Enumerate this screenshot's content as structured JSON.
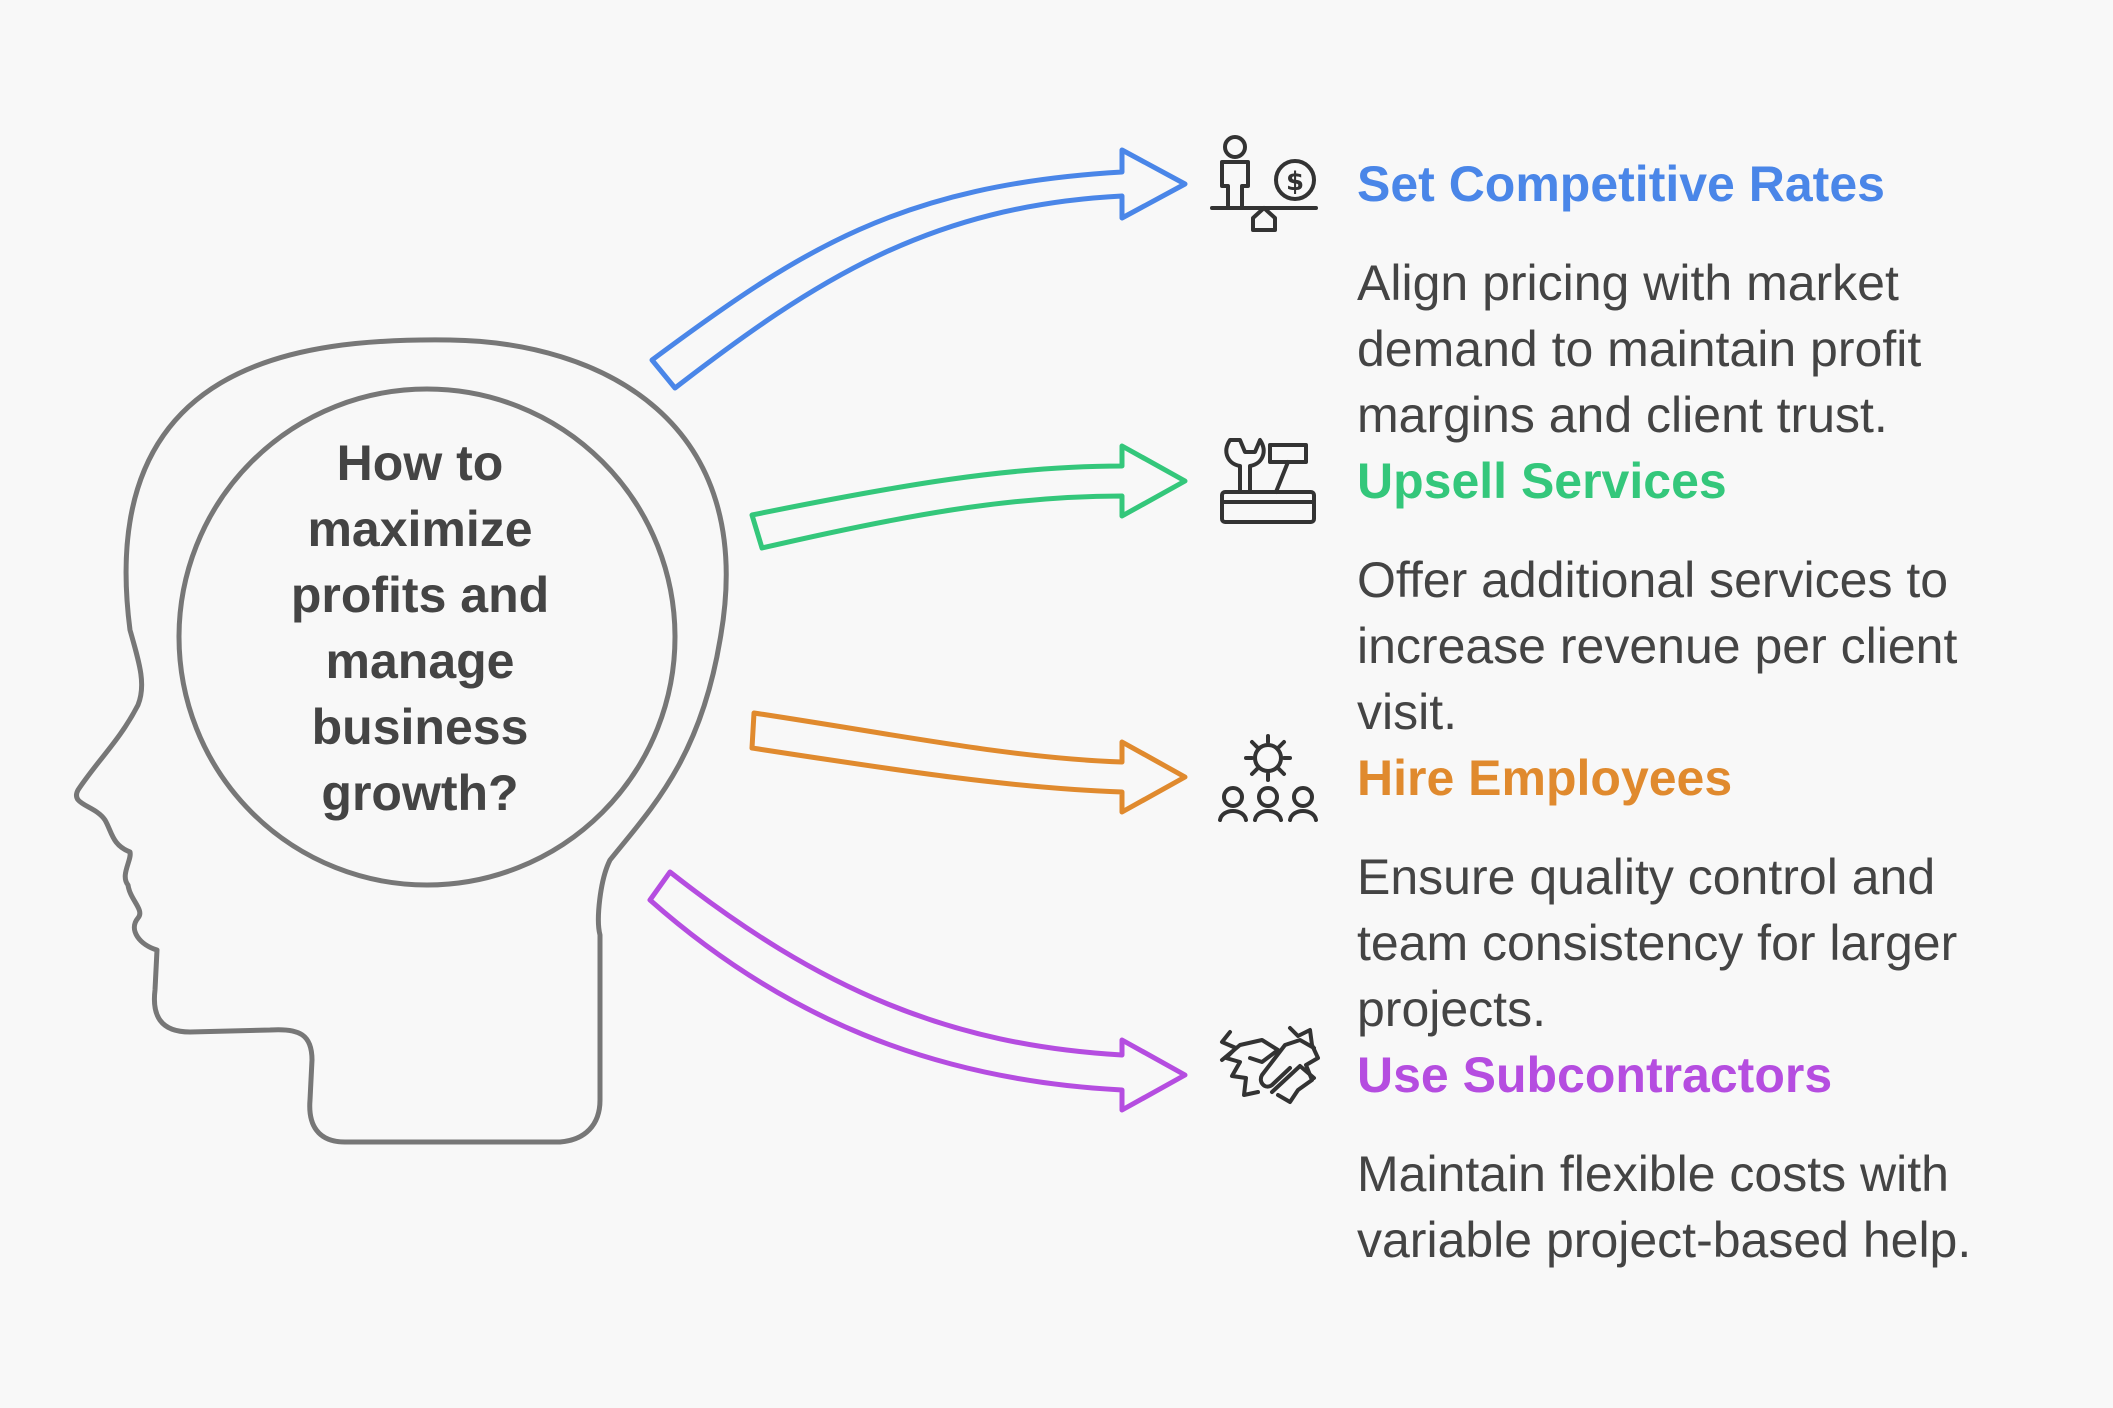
{
  "center": {
    "question": "How to maximize profits and manage business growth?"
  },
  "items": [
    {
      "title": "Set Competitive Rates",
      "description": "Align pricing with market demand to maintain profit margins and client trust.",
      "color": "#4a86e8",
      "icon": "scale-money-icon"
    },
    {
      "title": "Upsell Services",
      "description": "Offer additional services to increase revenue per client visit.",
      "color": "#34c77b",
      "icon": "toolbox-icon"
    },
    {
      "title": "Hire Employees",
      "description": "Ensure quality control and team consistency for larger projects.",
      "color": "#e08a2e",
      "icon": "team-gear-icon"
    },
    {
      "title": "Use Subcontractors",
      "description": "Maintain flexible costs with variable project-based help.",
      "color": "#b54de0",
      "icon": "handshake-icon"
    }
  ],
  "outline_color": "#777777",
  "icon_color": "#333333"
}
